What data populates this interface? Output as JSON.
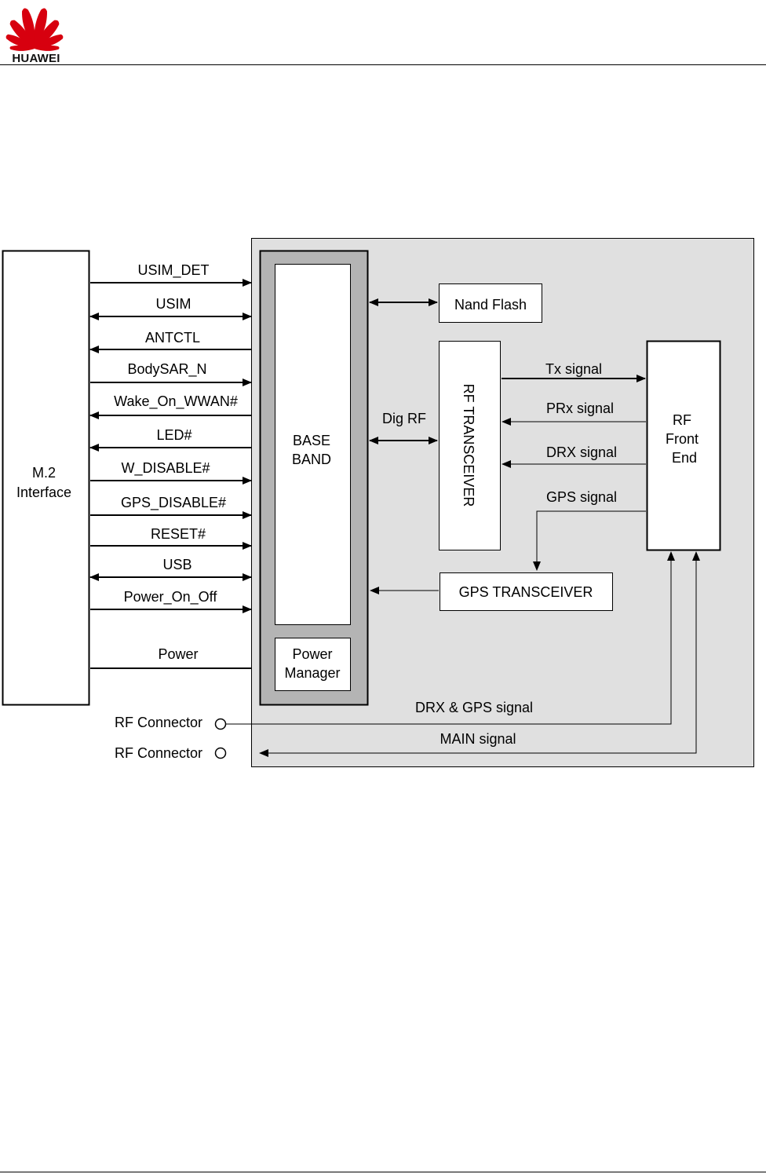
{
  "header": {
    "logo_text": "HUAWEI",
    "brand_color": "#d7000f",
    "logo_icon": "huawei-petal-logo"
  },
  "diagram": {
    "m2_interface": {
      "line1": "M.2",
      "line2": "Interface"
    },
    "signals": [
      {
        "label": "USIM_DET",
        "direction": "to-module"
      },
      {
        "label": "USIM",
        "direction": "bidirectional"
      },
      {
        "label": "ANTCTL",
        "direction": "to-host"
      },
      {
        "label": "BodySAR_N",
        "direction": "to-module"
      },
      {
        "label": "Wake_On_WWAN#",
        "direction": "to-host"
      },
      {
        "label": "LED#",
        "direction": "to-host"
      },
      {
        "label": "W_DISABLE#",
        "direction": "to-module"
      },
      {
        "label": "GPS_DISABLE#",
        "direction": "to-module"
      },
      {
        "label": "RESET#",
        "direction": "to-module"
      },
      {
        "label": "USB",
        "direction": "bidirectional"
      },
      {
        "label": "Power_On_Off",
        "direction": "to-module"
      },
      {
        "label": "Power",
        "direction": "none"
      }
    ],
    "baseband": {
      "line1": "BASE",
      "line2": "BAND"
    },
    "power_manager": {
      "line1": "Power",
      "line2": "Manager"
    },
    "nand_flash": "Nand Flash",
    "dig_rf": "Dig RF",
    "rf_transceiver": "RF TRANSCEIVER",
    "rf_front_end": {
      "line1": "RF",
      "line2": "Front",
      "line3": "End"
    },
    "tx_signal": "Tx signal",
    "prx_signal": "PRx signal",
    "drx_signal": "DRX signal",
    "gps_signal": "GPS signal",
    "gps_transceiver": "GPS TRANSCEIVER",
    "drx_gps_signal": "DRX & GPS signal",
    "main_signal": "MAIN signal",
    "rf_connector_1": "RF Connector",
    "rf_connector_2": "RF Connector",
    "colors": {
      "module_bg": "#e0e0e0",
      "baseband_frame": "#b4b4b4",
      "line": "#000000"
    }
  }
}
